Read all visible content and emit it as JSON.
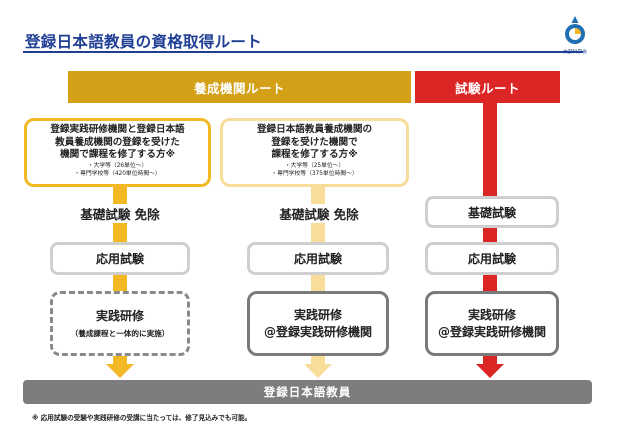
{
  "header": {
    "title": "登録日本語教員の資格取得ルート",
    "logo_caption": "文部科学省",
    "logo_color": "#1f6fb2"
  },
  "routes": {
    "training": {
      "label": "養成機関ルート",
      "color": "#d4a017"
    },
    "exam": {
      "label": "試験ルート",
      "color": "#dc2626"
    }
  },
  "qualification_boxes": [
    {
      "main": "登録実践研修機関と登録日本語\n教員養成機関の登録を受けた\n機関で課程を修了する方※",
      "sub": [
        "・大学等（26単位～）",
        "・専門学校等（420単位時間～）"
      ]
    },
    {
      "main": "登録日本語教員養成機関の\n登録を受けた機関で\n課程を修了する方※",
      "sub": [
        "・大学等（25単位～）",
        "・専門学校等（375単位時間～）"
      ]
    }
  ],
  "stages": {
    "exempt_label": "基礎試験 免除",
    "basic_test": "基礎試験",
    "applied_test": "応用試験",
    "practice_line1": "実践研修",
    "practice_integrated_note": "（養成課程と一体的に実施）",
    "practice_line2": "@登録実践研修機関"
  },
  "final": {
    "label": "登録日本語教員"
  },
  "footnote": "※ 応用試験の受験や実践研修の受講に当たっては、修了見込みでも可能。",
  "colors": {
    "title_blue": "#1f3f95",
    "track_yellow": "#f2b925",
    "track_light_yellow": "#f7dc9a",
    "track_red": "#dc2626",
    "final_gray": "#7d7d7d"
  }
}
